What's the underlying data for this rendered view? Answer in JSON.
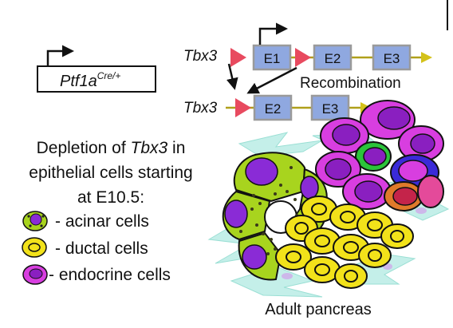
{
  "promoter_construct": {
    "gene": "Ptf1a",
    "superscript": "Cre/+"
  },
  "allele_top": {
    "gene": "Tbx3",
    "exons": [
      "E1",
      "E2",
      "E3"
    ]
  },
  "recombination_label": "Recombination",
  "allele_bottom": {
    "gene": "Tbx3",
    "exons": [
      "E2",
      "E3"
    ]
  },
  "description": {
    "line1_prefix": "Depletion of ",
    "line1_gene": "Tbx3",
    "line1_suffix": " in",
    "line2": "epithelial cells starting",
    "line3": "at E10.5:"
  },
  "legend": [
    {
      "label": "- acinar cells",
      "icon": "acinar-cell-icon"
    },
    {
      "label": "- ductal cells",
      "icon": "ductal-cell-icon"
    },
    {
      "label": "- endocrine cells",
      "icon": "endocrine-cell-icon"
    }
  ],
  "illustration_caption": "Adult pancreas",
  "colors": {
    "exon_fill": "#8fa8e0",
    "exon_stroke": "#9a9a9a",
    "loxp": "#e84a5f",
    "line_olive": "#b0a01a",
    "acinar": "#a8d41e",
    "acinar_nucleus": "#8a2bd6",
    "ductal": "#f2e21a",
    "endocrine": "#d83ee0",
    "endocrine_nucleus": "#8a1fc0",
    "mesenchyme": "#bfeee8"
  }
}
